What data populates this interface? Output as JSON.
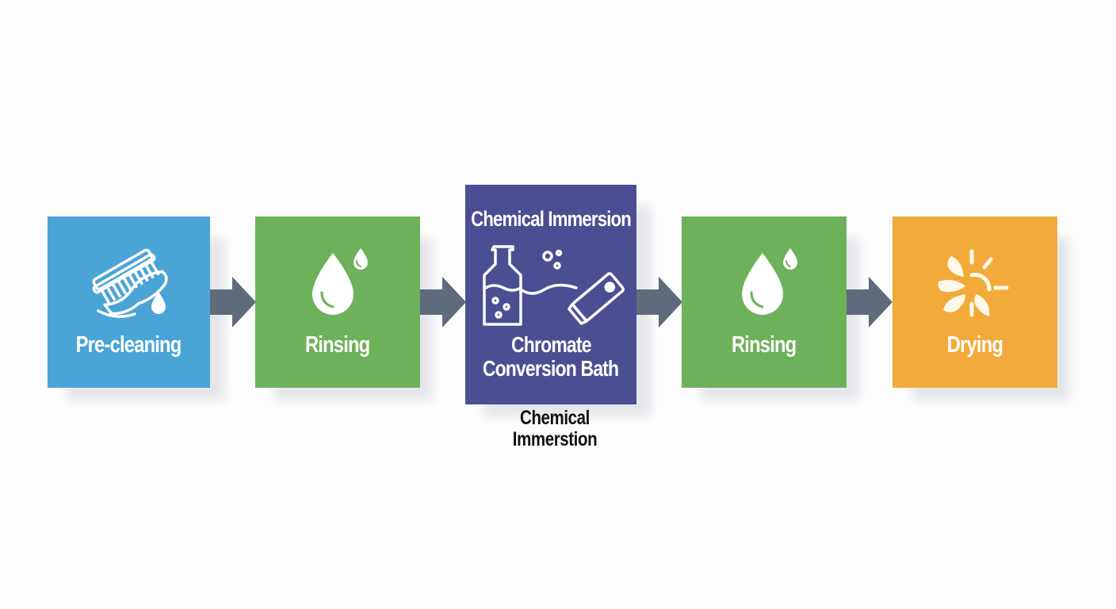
{
  "colors": {
    "pre_cleaning": "#4aa4d6",
    "rinsing": "#6db15a",
    "chemical": "#4b4e92",
    "drying": "#f2ab3a",
    "arrow": "#5f6b7c",
    "background": "#fdfdfd"
  },
  "steps": [
    {
      "label": "Pre-cleaning",
      "icon": "brush-cleaning-icon"
    },
    {
      "label": "Rinsing",
      "icon": "water-drops-icon"
    },
    {
      "title": "Chemical Immersion",
      "label_line1": "Chromate",
      "label_line2": "Conversion Bath",
      "icon": "flask-and-part-icon"
    },
    {
      "label": "Rinsing",
      "icon": "water-drops-icon"
    },
    {
      "label": "Drying",
      "icon": "sun-icon"
    }
  ],
  "caption": {
    "line1": "Chemical",
    "line2": "Immerstion"
  }
}
